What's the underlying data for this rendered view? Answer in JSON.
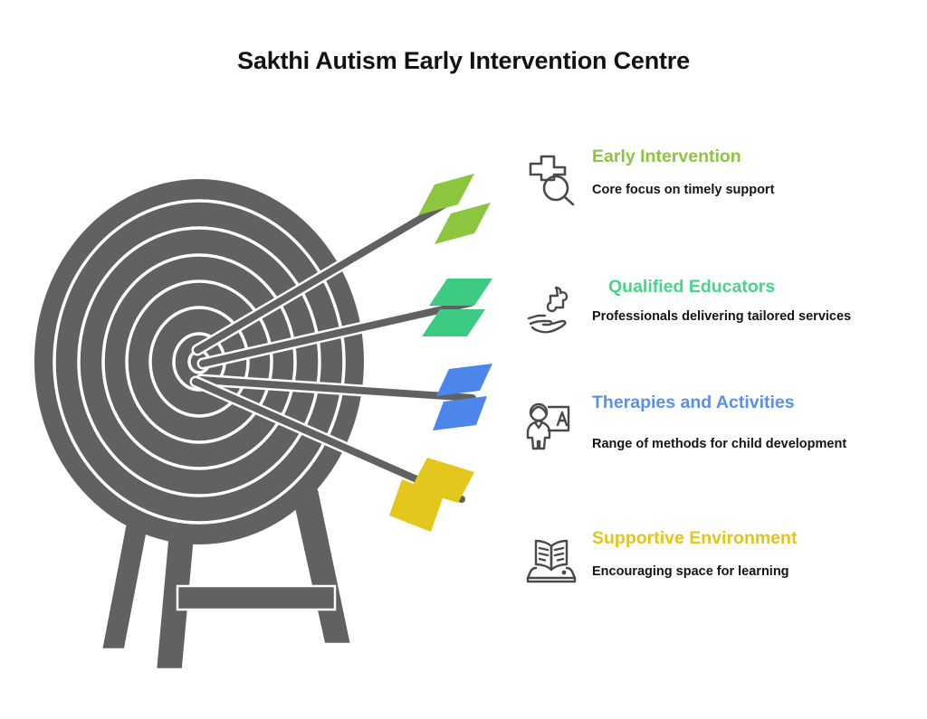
{
  "page": {
    "title": "Sakthi Autism Early Intervention Centre",
    "background_color": "#ffffff"
  },
  "illustration": {
    "name": "archery-target-with-arrows",
    "target_color": "#616161",
    "ring_line_color": "#ffffff",
    "stand_color": "#616161",
    "ring_count": 7,
    "arrow_shaft_color": "#616161",
    "arrows": [
      {
        "label": "arrow-green",
        "fletching_color": "#8CC63F"
      },
      {
        "label": "arrow-emerald",
        "fletching_color": "#3DCB84"
      },
      {
        "label": "arrow-blue",
        "fletching_color": "#4B86E8"
      },
      {
        "label": "arrow-yellow",
        "fletching_color": "#E3C71C"
      }
    ]
  },
  "features": [
    {
      "icon": "cross-magnifier-icon",
      "heading": "Early Intervention",
      "heading_color": "#8CC63F",
      "description": "Core focus on timely support"
    },
    {
      "icon": "hand-puzzle-piece-icon",
      "heading": "Qualified Educators",
      "heading_color": "#45D68A",
      "description": "Professionals delivering tailored services"
    },
    {
      "icon": "teacher-board-icon",
      "heading": "Therapies and Activities",
      "heading_color": "#5B8FE8",
      "description": "Range of methods for child development"
    },
    {
      "icon": "open-book-stand-icon",
      "heading": "Supportive Environment",
      "heading_color": "#E5C418",
      "description": "Encouraging space for learning"
    }
  ]
}
